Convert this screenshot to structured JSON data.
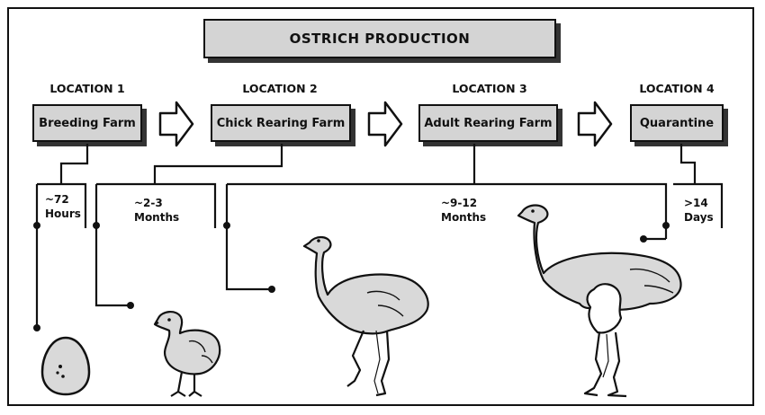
{
  "title": "OSTRICH PRODUCTION",
  "locations": [
    {
      "label": "LOCATION 1",
      "name": "Breeding Farm"
    },
    {
      "label": "LOCATION 2",
      "name": "Chick Rearing Farm"
    },
    {
      "label": "LOCATION 3",
      "name": "Adult Rearing Farm"
    },
    {
      "label": "LOCATION 4",
      "name": "Quarantine"
    }
  ],
  "durations": [
    {
      "value": "~72",
      "unit": "Hours"
    },
    {
      "value": "~2-3",
      "unit": "Months"
    },
    {
      "value": "~9-12",
      "unit": "Months"
    },
    {
      "value": ">14",
      "unit": "Days"
    }
  ],
  "colors": {
    "box_fill": "#d4d4d4",
    "line": "#111111",
    "bird_fill": "#d9d9d9"
  },
  "icons": [
    "right-arrow-icon",
    "egg-icon",
    "chick-icon",
    "juvenile-ostrich-icon",
    "adult-ostrich-icon"
  ]
}
